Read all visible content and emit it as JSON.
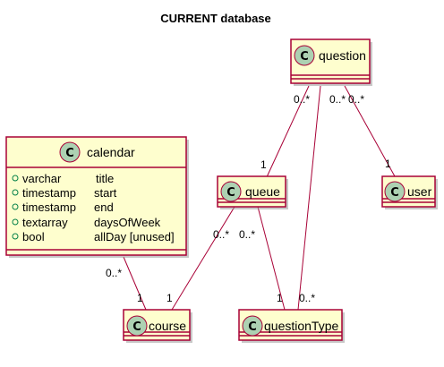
{
  "title": "CURRENT database",
  "classes": {
    "question": {
      "name": "question",
      "letter": "C"
    },
    "calendar": {
      "name": "calendar",
      "letter": "C",
      "attributes": [
        {
          "visibility": "+",
          "type": "varchar",
          "name": "title"
        },
        {
          "visibility": "+",
          "type": "timestamp",
          "name": "start"
        },
        {
          "visibility": "+",
          "type": "timestamp",
          "name": "end"
        },
        {
          "visibility": "+",
          "type": "textarray",
          "name": "daysOfWeek"
        },
        {
          "visibility": "+",
          "type": "bool",
          "name": "allDay [unused]"
        }
      ]
    },
    "queue": {
      "name": "queue",
      "letter": "C"
    },
    "user": {
      "name": "user",
      "letter": "C"
    },
    "course": {
      "name": "course",
      "letter": "C"
    },
    "questionType": {
      "name": "questionType",
      "letter": "C"
    }
  },
  "relations": [
    {
      "from": "question",
      "to": "queue",
      "from_mult": "0..*",
      "to_mult": "1"
    },
    {
      "from": "question",
      "to": "questionType",
      "from_mult": "0..*",
      "to_mult": "0..*"
    },
    {
      "from": "question",
      "to": "user",
      "from_mult": "0..*",
      "to_mult": "1"
    },
    {
      "from": "queue",
      "to": "course",
      "from_mult": "0..*",
      "to_mult": "1"
    },
    {
      "from": "queue",
      "to": "questionType",
      "from_mult": "0..*",
      "to_mult": "1"
    },
    {
      "from": "calendar",
      "to": "course",
      "from_mult": "0..*",
      "to_mult": "1"
    }
  ]
}
